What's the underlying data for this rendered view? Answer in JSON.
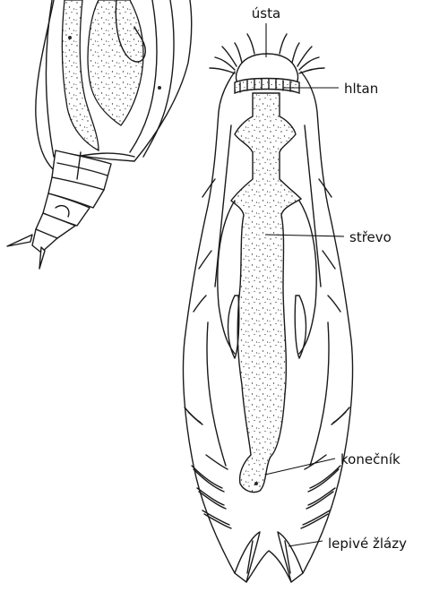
{
  "figure": {
    "labels": {
      "mouth": "ústa",
      "pharynx": "hltan",
      "intestine": "střevo",
      "rectum": "konečník",
      "adhesive_glands": "lepivé žlázy"
    }
  }
}
